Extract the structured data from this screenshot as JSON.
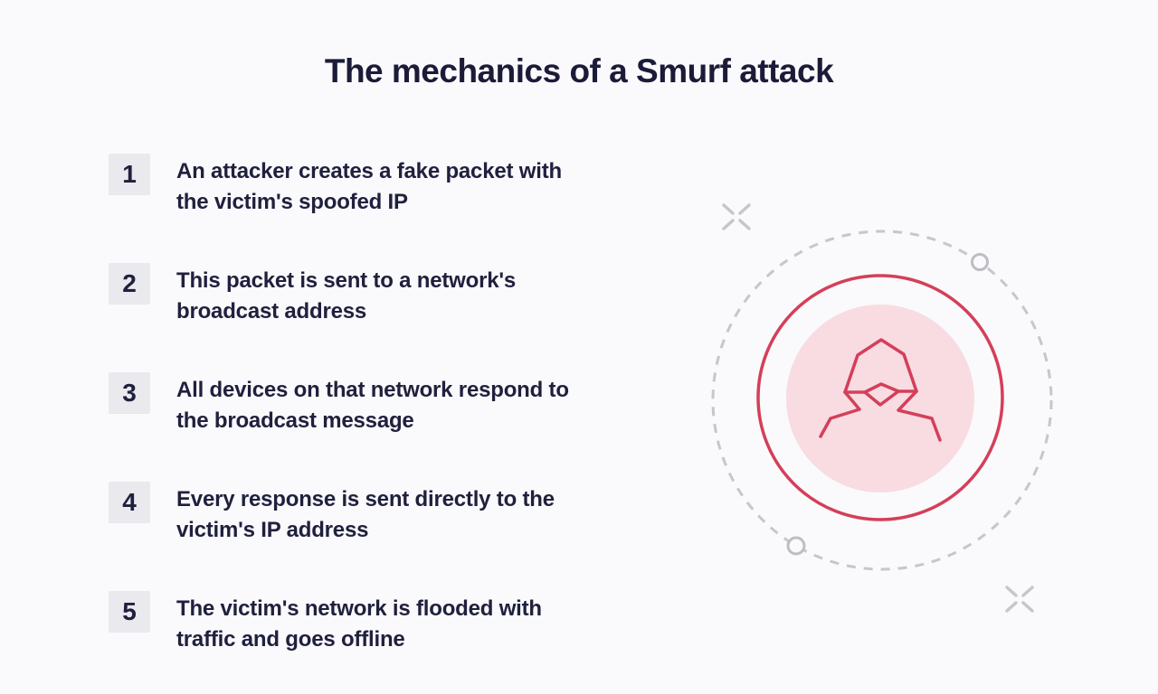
{
  "title": "The mechanics of a Smurf attack",
  "steps": [
    {
      "number": "1",
      "text": "An attacker creates a fake packet with\nthe victim's spoofed IP"
    },
    {
      "number": "2",
      "text": "This packet is sent to a network's\nbroadcast address"
    },
    {
      "number": "3",
      "text": "All devices on that network respond to\nthe broadcast message"
    },
    {
      "number": "4",
      "text": "Every response is sent directly to the\nvictim's IP address"
    },
    {
      "number": "5",
      "text": "The victim's network is flooded with\ntraffic and goes offline"
    }
  ],
  "illustration": {
    "icon": "hooded-hacker-icon",
    "decorations": [
      "dashed-orbit-circle",
      "orbit-node-top-right",
      "orbit-node-bottom-left",
      "x-sparkle-top-left",
      "x-sparkle-bottom-right"
    ]
  },
  "colors": {
    "background": "#fafafc",
    "text_navy": "#20203e",
    "badge_background": "#e9e9ee",
    "accent_red": "#d43f59",
    "icon_pink_fill": "#f8dce2",
    "decoration_gray": "#c6c6cb"
  }
}
